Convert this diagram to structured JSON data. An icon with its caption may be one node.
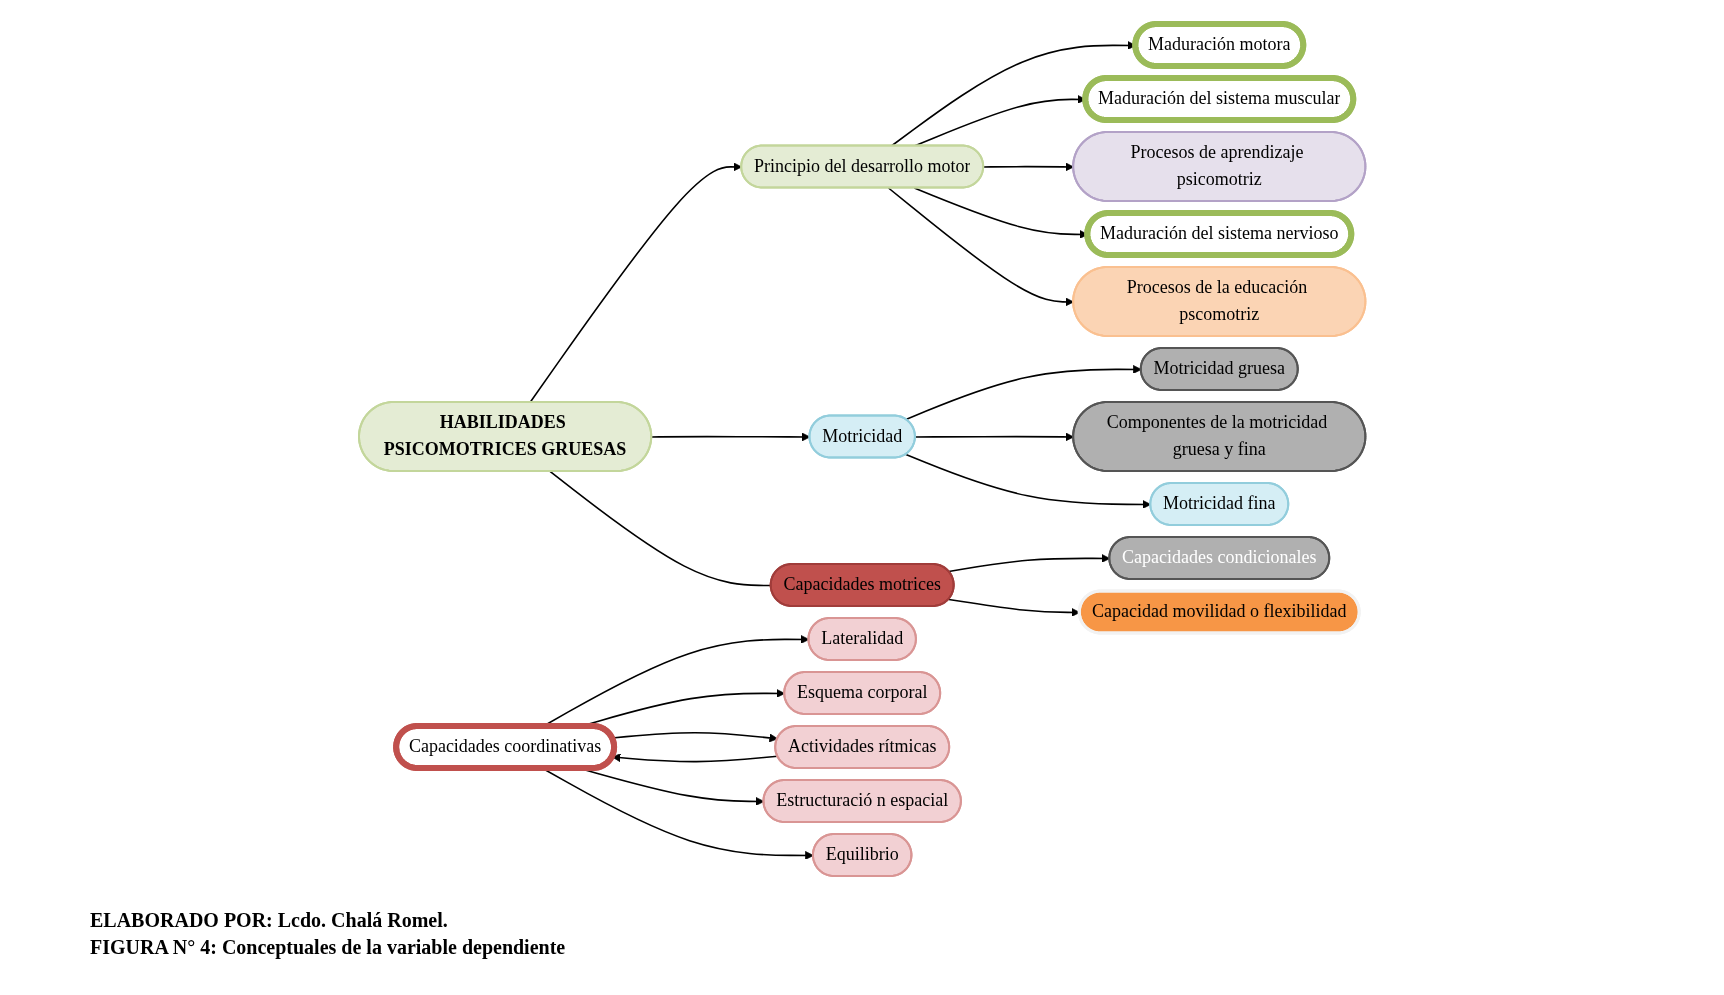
{
  "diagram": {
    "nodes": [
      {
        "text": [
          "Componentes de la motricidad gruesa y fina"
        ]
      },
      {
        "text": [
          "Maduración motora"
        ]
      },
      {
        "text": [
          "Maduración del sistema muscular"
        ]
      },
      {
        "text": [
          "Procesos de aprendizaje psicomotriz"
        ]
      },
      {
        "text": [
          "Motricidad gruesa"
        ]
      },
      {
        "text": [
          "Principio del desarrollo motor"
        ]
      },
      {
        "text": [
          "Maduración del sistema nervioso"
        ]
      },
      {
        "text": [
          "Capacidad movilidad o flexibilidad"
        ]
      },
      {
        "text": [
          "Motricidad"
        ]
      },
      {
        "text": [
          "HABILIDADES PSICOMOTRICES GRUESAS"
        ]
      },
      {
        "text": [
          "Capacidades condicionales"
        ]
      },
      {
        "text": [
          "Capacidades coordinativas"
        ]
      },
      {
        "text": [
          "Motricidad fina"
        ]
      },
      {
        "text": [
          "Procesos de la educación pscomotriz"
        ]
      },
      {
        "text": [
          "Capacidades motrices"
        ]
      },
      {
        "text": [
          "Lateralidad"
        ]
      },
      {
        "text": [
          "Esquema corporal"
        ]
      },
      {
        "text": [
          "Actividades rítmicas"
        ]
      },
      {
        "text": [
          "Estructuració n espacial"
        ]
      },
      {
        "text": [
          "Equilibrio"
        ]
      }
    ],
    "edges": [
      {
        "from": 9,
        "to": 5,
        "arrow": "to"
      },
      {
        "from": 5,
        "to": 1,
        "arrow": "to"
      },
      {
        "from": 5,
        "to": 2,
        "arrow": "to"
      },
      {
        "from": 5,
        "to": 3,
        "arrow": "to"
      },
      {
        "from": 5,
        "to": 6,
        "arrow": "to"
      },
      {
        "from": 5,
        "to": 13,
        "arrow": "to"
      },
      {
        "from": 9,
        "to": 8,
        "arrow": "to"
      },
      {
        "from": 8,
        "to": 4,
        "arrow": "to"
      },
      {
        "from": 8,
        "to": 0,
        "arrow": "to"
      },
      {
        "from": 8,
        "to": 12,
        "arrow": "to"
      },
      {
        "from": 9,
        "to": 14,
        "arrow": "none"
      },
      {
        "from": 14,
        "to": 10,
        "arrow": "to"
      },
      {
        "from": 14,
        "to": 7,
        "arrow": "to"
      },
      {
        "from": 17,
        "to": 11,
        "arrow": "to"
      },
      {
        "from": 11,
        "to": 15,
        "arrow": "to"
      },
      {
        "from": 11,
        "to": 16,
        "arrow": "to"
      },
      {
        "from": 11,
        "to": 19,
        "arrow": "to"
      },
      {
        "from": 11,
        "to": 18,
        "arrow": "to"
      },
      {
        "from": 11,
        "to": 17,
        "arrow": "to"
      }
    ],
    "labels": [
      "ELABORADO POR: Lcdo. Chalá Romel.",
      "FIGURA N° 4: Conceptuales de la variable dependiente"
    ]
  }
}
